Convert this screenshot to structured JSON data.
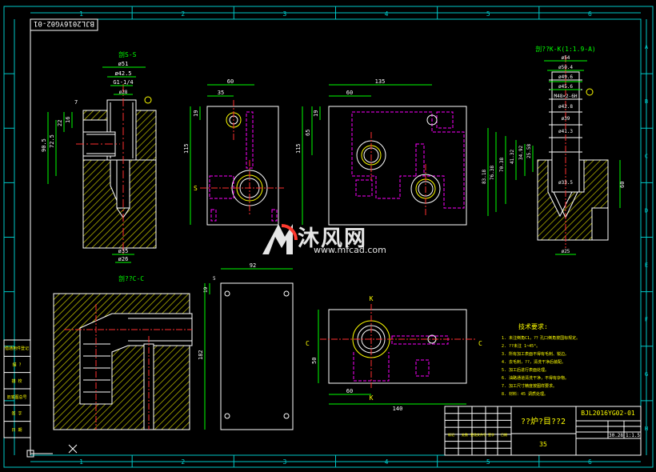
{
  "drawing": {
    "number": "BJL2016YG02-01",
    "number_mirrored": "BJL2016YG02-01",
    "title": "??炉?目??2",
    "qty": "35",
    "scale_value": "1:1.5",
    "weight_value": "30.28",
    "row_labels": [
      "A",
      "B",
      "C",
      "D",
      "E",
      "F",
      "G",
      "H"
    ],
    "col_labels": [
      "1",
      "2",
      "3",
      "4",
      "5",
      "6"
    ]
  },
  "views": {
    "section_s_title": "剖S-S",
    "section_kk_title": "剖??K-K(1:1.9-A)",
    "section_cc_title": "剖??C-C",
    "section_s_label": "S",
    "section_k_label": "K",
    "section_c_label": "C"
  },
  "dims": {
    "s_phi51": "ø51",
    "s_phi42_5": "ø42.5",
    "s_thread": "G1-1/4",
    "s_phi28": "ø28",
    "s_90_5": "90.5",
    "s_72_5": "72.5",
    "s_22": "22",
    "s_16": "16",
    "s_7": "7",
    "s_phi35": "ø35",
    "s_phi26": "ø26",
    "top1_60": "60",
    "top1_35": "35",
    "top1_19": "19",
    "top1_115": "115",
    "top2_135": "135",
    "top2_60": "60",
    "top2_19": "19",
    "top2_65": "65",
    "top2_115": "115",
    "k_phi54": "ø54",
    "k_phi50_4": "ø50.4",
    "k_phi49_6": "ø49.6",
    "k_phi45_6": "ø45.6",
    "k_thread": "M48×2-6H",
    "k_phi42_8": "ø42.8",
    "k_phi39": "ø39",
    "k_phi41_3": "ø41.3",
    "k_phi33_5": "ø33.5",
    "k_83_18": "83.18",
    "k_76_38": "76.38",
    "k_70_38": "70.38",
    "k_41_32": "41.32",
    "k_34_92": "34.92",
    "k_25_58": "25.58",
    "k_60": "60",
    "k_phi25": "ø25",
    "side_92": "92",
    "side_182": "182",
    "side_5": "5",
    "side_19": "19",
    "bot_140": "140",
    "bot_60": "60",
    "bot_50": "50"
  },
  "tech_req": {
    "heading": "技术要求:",
    "lines": [
      "1. 未注倒角C1，?？孔口倒角按国标规定。",
      "2. ??未注 1~45°。",
      "3. 所有加工表面不得有毛刺、锐边。",
      "4. 去毛刺，??，清洗干净后装配。",
      "5. 加工后进行表面处理。",
      "6. 油路通道清洗干净，不得有杂物。",
      "7. 加工尺寸精度按图样要求。",
      "8. 材料：45 调质处理。"
    ]
  },
  "left_table": [
    "借通用件登记",
    "描   ?",
    "描   校",
    "旧底图总号",
    "签   字",
    "日   期"
  ],
  "title_table": {
    "small_cells": [
      "标记",
      "处数",
      "更改文件号",
      "签字",
      "日期"
    ],
    "right_cells": [
      "阶段标记",
      "重量",
      "比例"
    ]
  },
  "watermark": {
    "text": "沐风网",
    "url": "www.mfcad.com"
  },
  "colors": {
    "frame": "#ffffff",
    "border_cyan": "#00c8c8",
    "outline": "#ffffff",
    "hatch": "#c8c800",
    "dim": "#00ff00",
    "center": "#ff3030",
    "hidden_magenta": "#ff00ff",
    "text_yellow": "#ffff00",
    "grid_text_cyan": "#00d0d0"
  }
}
